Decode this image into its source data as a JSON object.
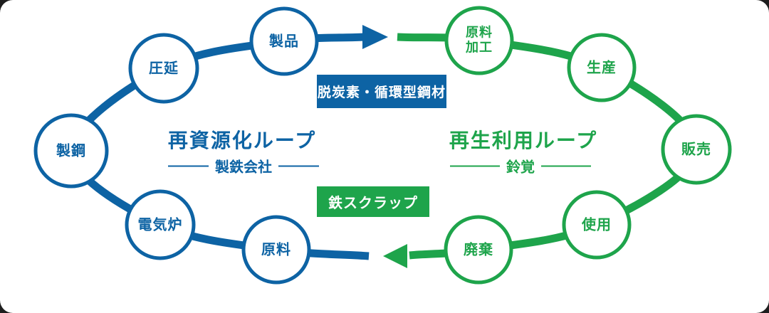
{
  "colors": {
    "blue": "#0d63a4",
    "green": "#1ea44b",
    "background": "#ffffff"
  },
  "left_loop": {
    "title": "再資源化ループ",
    "subtitle": "製鉄会社",
    "nodes": [
      {
        "id": "genryou",
        "label": "原料"
      },
      {
        "id": "denkiro",
        "label": "電気炉"
      },
      {
        "id": "seikou",
        "label": "製鋼"
      },
      {
        "id": "atsuen",
        "label": "圧延"
      },
      {
        "id": "seihin",
        "label": "製品"
      }
    ]
  },
  "right_loop": {
    "title": "再生利用ループ",
    "subtitle": "鈴覚",
    "nodes": [
      {
        "id": "genryou-kakou",
        "label": "原料\n加工"
      },
      {
        "id": "seisan",
        "label": "生産"
      },
      {
        "id": "hanbai",
        "label": "販売"
      },
      {
        "id": "shiyou",
        "label": "使用"
      },
      {
        "id": "haiki",
        "label": "廃棄"
      }
    ]
  },
  "flows": {
    "top_label": "脱炭素・循環型鋼材",
    "bottom_label": "鉄スクラップ"
  }
}
